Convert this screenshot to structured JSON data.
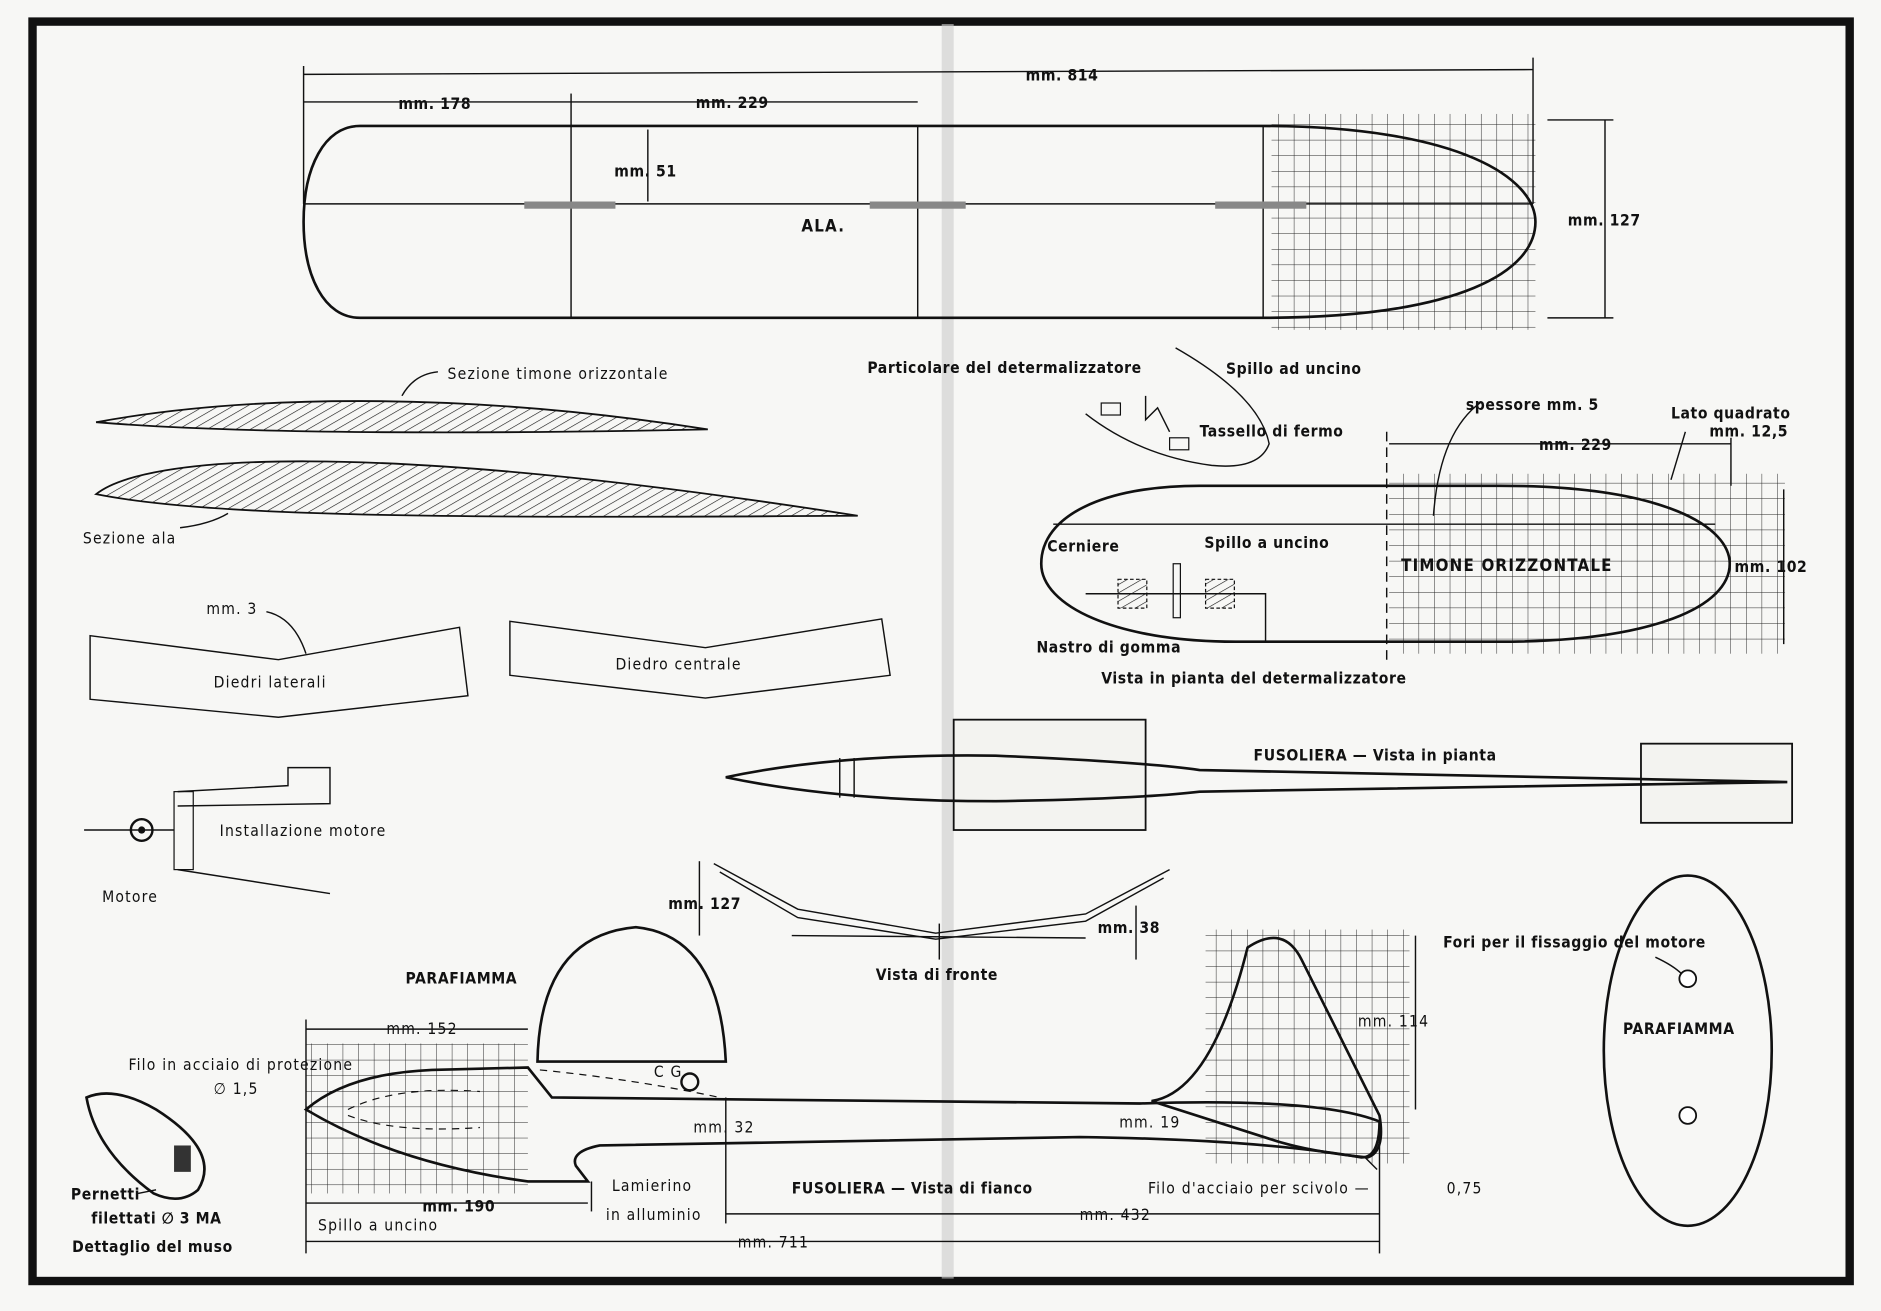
{
  "wing": {
    "title": "ALA.",
    "span": "mm. 814",
    "dim_tip": "mm. 178",
    "dim_panel": "mm. 229",
    "dim_chord_spar": "mm. 51",
    "dim_chord": "mm. 127"
  },
  "sections": {
    "stab_section": "Sezione timone orizzontale",
    "wing_section": "Sezione ala",
    "dihedral_height": "mm. 3",
    "side_dihedrals": "Diedri laterali",
    "center_dihedral": "Diedro centrale"
  },
  "dethermalizer": {
    "detail_title": "Particolare del determalizzatore",
    "hook_pin": "Spillo ad uncino",
    "stop_block": "Tassello di fermo"
  },
  "stabilizer": {
    "thickness": "spessore mm. 5",
    "grid_square": "Lato quadrato",
    "grid_square_size": "mm. 12,5",
    "span": "mm. 229",
    "chord": "mm. 102",
    "title": "TIMONE ORIZZONTALE",
    "hinges": "Cerniere",
    "hook_pin": "Spillo a uncino",
    "rubber_band": "Nastro di gomma",
    "plan_view": "Vista in pianta del determalizzatore"
  },
  "fuselage_plan": {
    "title": "FUSOLIERA — Vista in pianta"
  },
  "engine": {
    "install": "Installazione motore",
    "motor": "Motore"
  },
  "front_view": {
    "title": "Vista di fronte",
    "height": "mm. 127",
    "tip_height": "mm. 38"
  },
  "fuselage_side": {
    "firewall": "PARAFIAMMA",
    "dim_nose": "mm. 152",
    "wire": "Filo in acciaio di protezione",
    "wire_dia": "∅ 1,5",
    "cg": "C G",
    "dim_pylon": "mm. 32",
    "dim_tail": "mm. 19",
    "fin_height": "mm. 114",
    "sheet": "Lamierino",
    "sheet2": "in alluminio",
    "title": "FUSOLIERA — Vista di fianco",
    "skid_wire": "Filo d'acciaio per scivolo —",
    "skid_dia": "0,75",
    "dim_190": "mm. 190",
    "dim_432": "mm. 432",
    "dim_711": "mm. 711",
    "hook_pin": "Spillo a uncino"
  },
  "nose_detail": {
    "pins": "Pernetti",
    "threaded": "filettati ∅ 3 MA",
    "title": "Dettaglio del muso"
  },
  "firewall_view": {
    "holes": "Fori per il fissaggio del motore",
    "title": "PARAFIAMMA"
  }
}
